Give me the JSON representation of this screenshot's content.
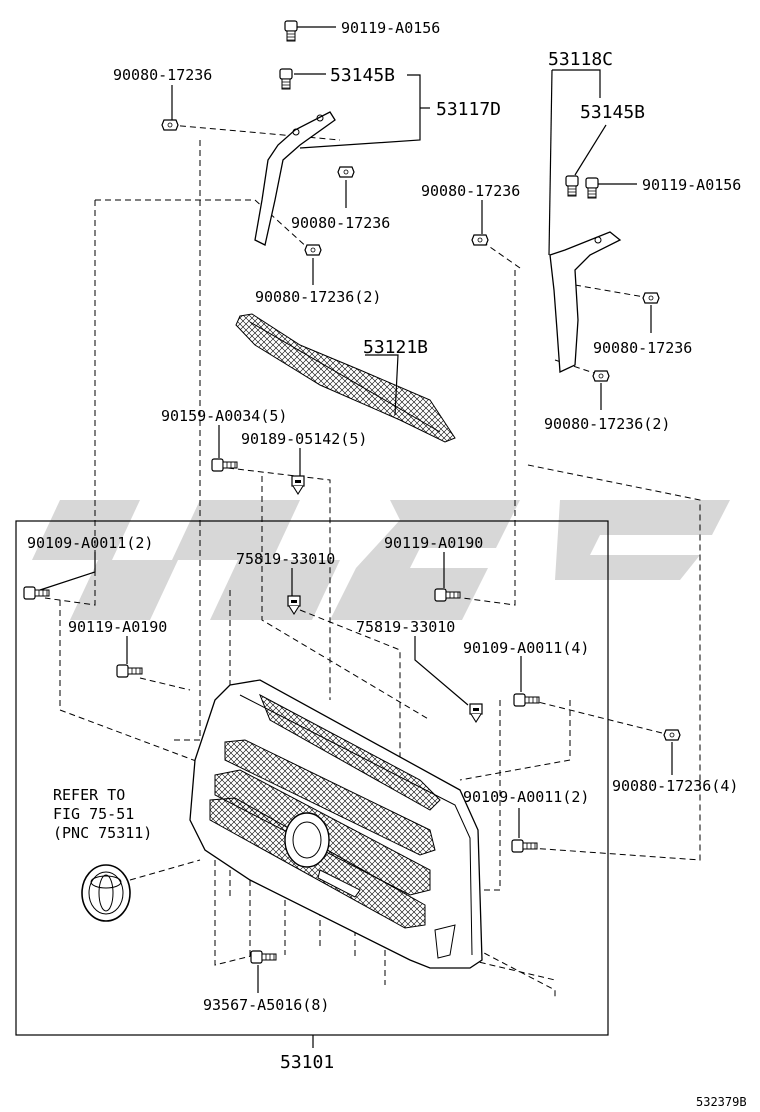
{
  "labels": {
    "p53101": "53101",
    "p53117D": "53117D",
    "p53118C": "53118C",
    "p53145B_a": "53145B",
    "p53145B_b": "53145B",
    "p53121B": "53121B",
    "p90119_A0156_a": "90119-A0156",
    "p90119_A0156_b": "90119-A0156",
    "p90080_17236_a": "90080-17236",
    "p90080_17236_b": "90080-17236",
    "p90080_17236_c": "90080-17236",
    "p90080_17236_d": "90080-17236",
    "p90080_17236_2_a": "90080-17236(2)",
    "p90080_17236_2_b": "90080-17236(2)",
    "p90080_17236_4": "90080-17236(4)",
    "p90159_A0034_5": "90159-A0034(5)",
    "p90189_05142_5": "90189-05142(5)",
    "p90109_A0011_2_a": "90109-A0011(2)",
    "p90109_A0011_2_b": "90109-A0011(2)",
    "p90109_A0011_4": "90109-A0011(4)",
    "p90119_A0190_a": "90119-A0190",
    "p90119_A0190_b": "90119-A0190",
    "p75819_33010_a": "75819-33010",
    "p75819_33010_b": "75819-33010",
    "p93567_A5016_8": "93567-A5016(8)",
    "refer_line1": "REFER TO",
    "refer_line2": "FIG 75-51",
    "refer_line3": "(PNC 75311)",
    "drawing_id": "532379B"
  },
  "colors": {
    "ink": "#000000",
    "watermark": "#c9c9c9"
  },
  "icons": {
    "emblem": "toyota-emblem-icon",
    "fastener": "bolt-icon",
    "nut": "nut-icon"
  }
}
